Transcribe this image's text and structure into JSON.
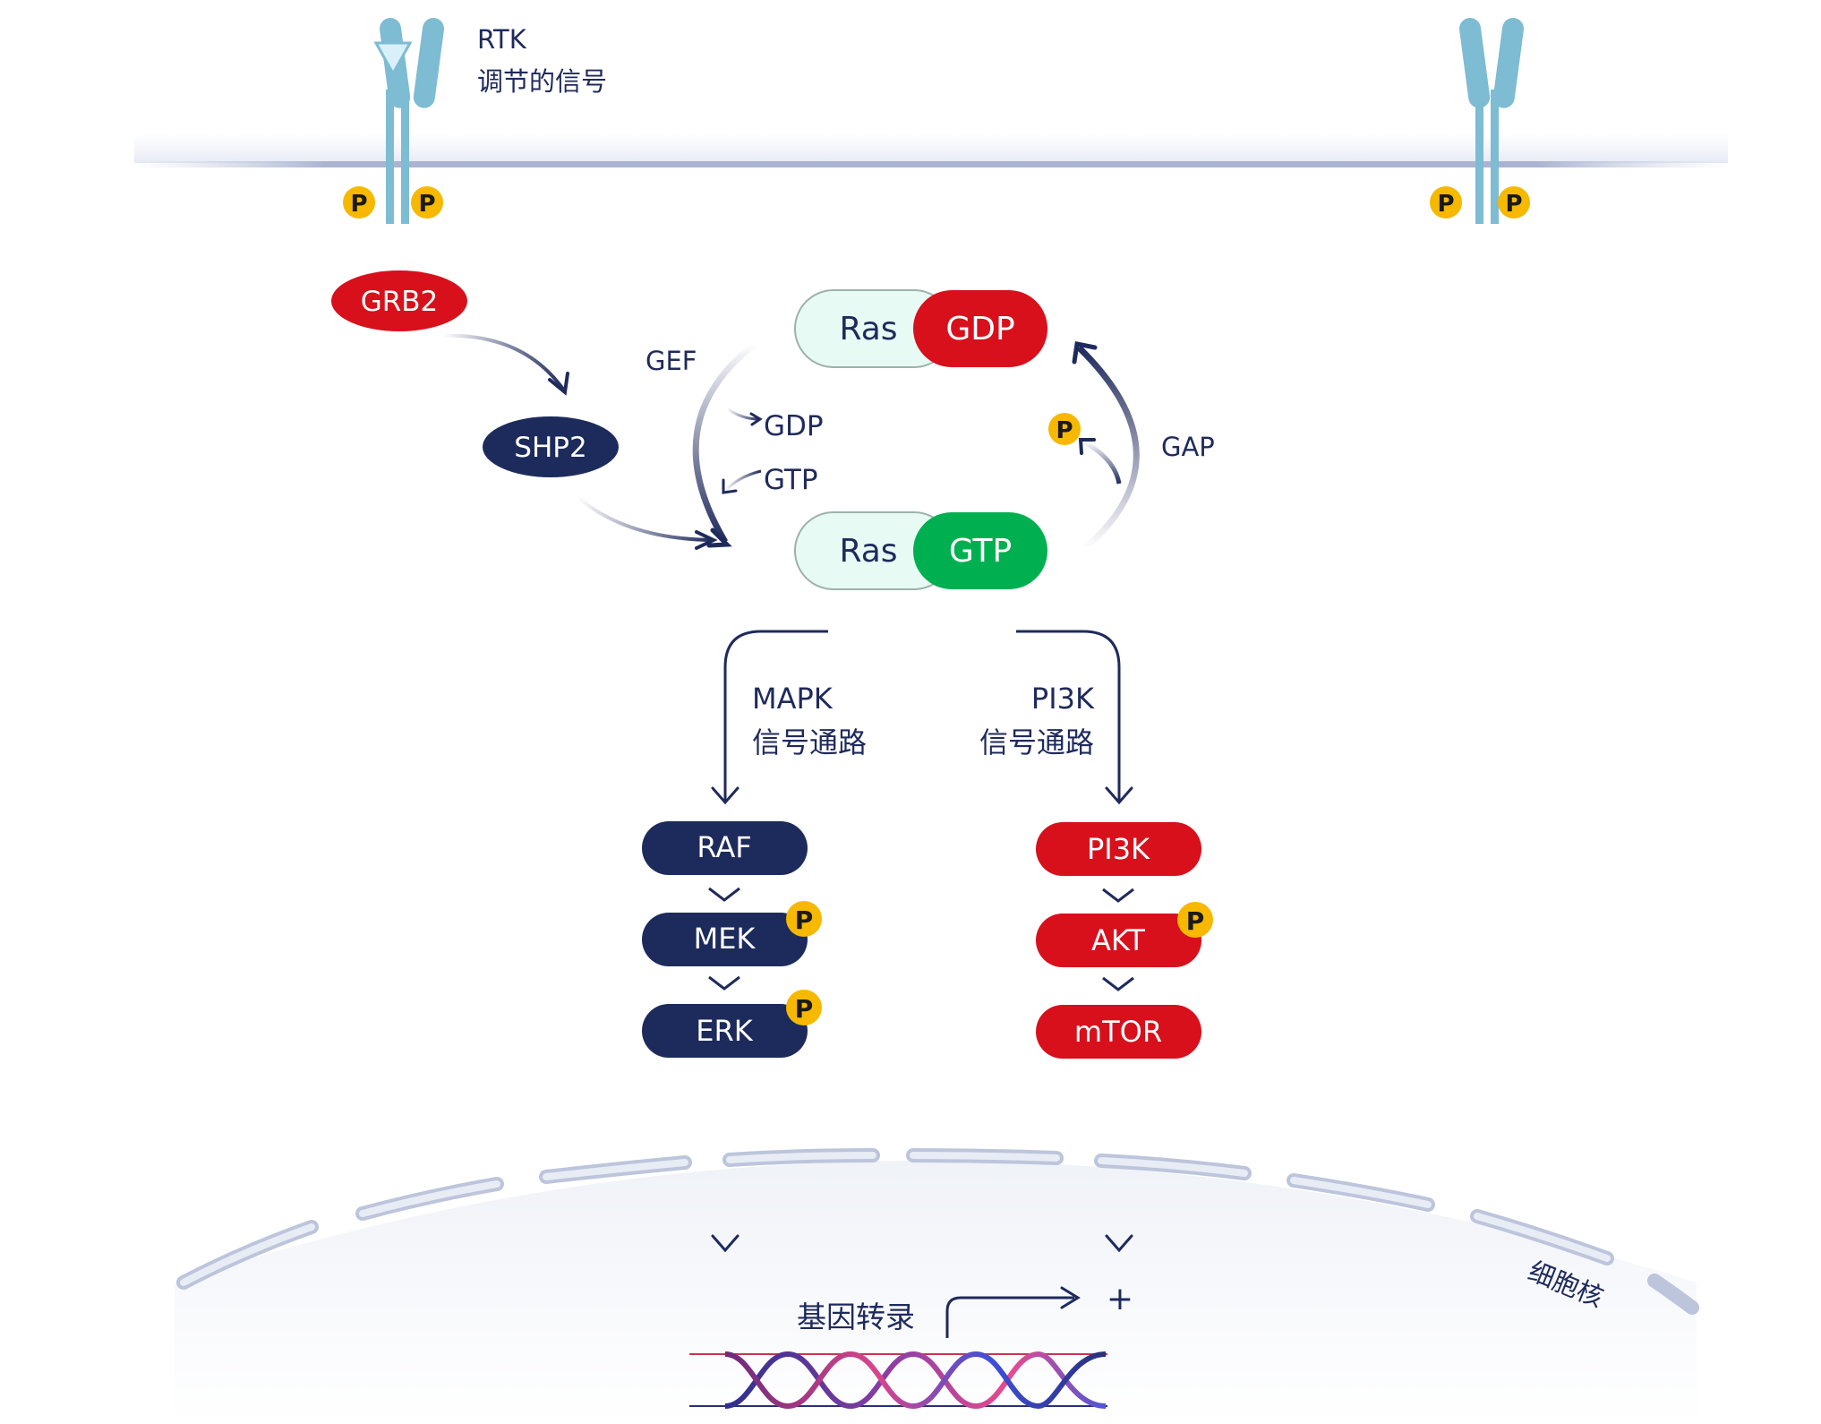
{
  "receptor": {
    "name": "RTK",
    "caption": "调节的信号"
  },
  "phospho_label": "P",
  "grb2": "GRB2",
  "shp2": "SHP2",
  "gef": "GEF",
  "gap": "GAP",
  "gdp_side": "GDP",
  "gtp_side": "GTP",
  "ras_gdp": {
    "ras": "Ras",
    "nucleotide": "GDP"
  },
  "ras_gtp": {
    "ras": "Ras",
    "nucleotide": "GTP"
  },
  "mapk": {
    "line1": "MAPK",
    "line2": "信号通路",
    "steps": [
      "RAF",
      "MEK",
      "ERK"
    ]
  },
  "pi3k": {
    "line1": "PI3K",
    "line2": "信号通路",
    "steps": [
      "PI3K",
      "AKT",
      "mTOR"
    ]
  },
  "transcription": "基因转录",
  "plus": "+",
  "nucleus": "细胞核",
  "colors": {
    "navy": "#1d2b5c",
    "red": "#d8101c",
    "green": "#00b050",
    "ras_fill": "#e8faf4",
    "receptor": "#7dbcd3",
    "phospho": "#f7b800"
  }
}
